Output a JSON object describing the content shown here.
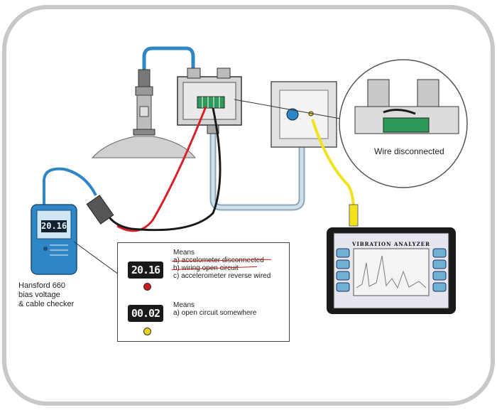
{
  "labels": {
    "hansford_line1": "Hansford 660",
    "hansford_line2": "bias voltage",
    "hansford_line3": "& cable checker",
    "wire_disconnected": "Wire disconnected",
    "meter_reading": "20.16",
    "analyzer_title": "VIBRATION ANALYZER"
  },
  "means": {
    "reading_1": "20.16",
    "title_1": "Means",
    "item_1a": "a) accelometer disconnected",
    "item_1b": "b) wiring open circuit",
    "item_1c": "c) accelerometer reverse wired",
    "reading_2": "00.02",
    "title_2": "Means",
    "item_2a": "a) open circuit somewhere"
  },
  "colors": {
    "cable_blue": "#2f86c6",
    "cable_red": "#d8202a",
    "cable_black": "#1a1a1a",
    "cable_yellow": "#f1e21e",
    "conduit": "#a7c4d4",
    "led_red": "#cc1a1a",
    "led_yellow": "#e7d21a"
  },
  "icons": [
    "accelerometer-icon",
    "junction-box-icon",
    "switch-box-icon",
    "bias-meter-icon",
    "vibration-analyzer-icon",
    "magnifier-inset-icon"
  ]
}
